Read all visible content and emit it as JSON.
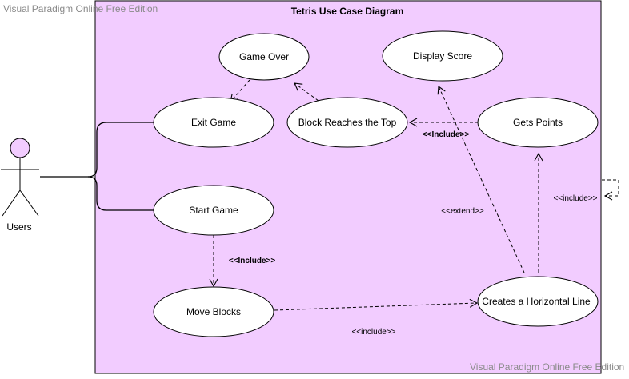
{
  "diagram": {
    "title": "Tetris Use Case Diagram",
    "watermark_top": "Visual Paradigm Online Free Edition",
    "watermark_bottom": "Visual Paradigm Online Free Edition",
    "colors": {
      "system_fill": "#f2ccff",
      "actor_fill": "#f2ccff",
      "usecase_fill": "#ffffff",
      "stroke": "#000000"
    },
    "actor": {
      "name": "Users"
    },
    "use_cases": {
      "game_over": "Game Over",
      "display_score": "Display Score",
      "exit_game": "Exit Game",
      "block_reaches_top": "Block Reaches the Top",
      "gets_points": "Gets Points",
      "start_game": "Start Game",
      "move_blocks": "Move Blocks",
      "horizontal_line": "Creates a Horizontal Line"
    },
    "relations": {
      "include_block_points": "<<Include>>",
      "include_start_move": "<<Include>>",
      "extend_line_score": "<<extend>>",
      "include_line_points": "<<include>>",
      "include_move_line": "<<include>>"
    }
  }
}
